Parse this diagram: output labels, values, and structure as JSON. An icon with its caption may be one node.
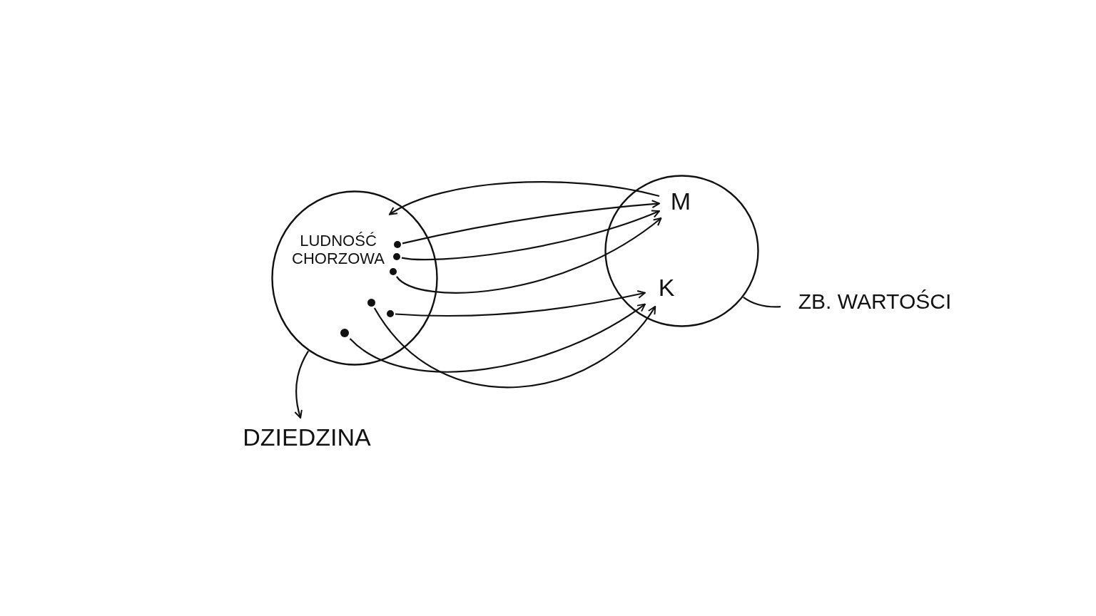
{
  "diagram": {
    "nodes": [
      {
        "text": [],
        "shape": "circle"
      },
      {
        "text": [
          "LUDNOŚĆ CHORZOWA"
        ],
        "in": 0
      },
      {
        "text": [],
        "shape": "circle",
        "in": 0
      },
      {
        "text": [],
        "shape": "circle",
        "in": 0
      },
      {
        "text": [],
        "shape": "circle",
        "in": 0
      },
      {
        "text": [],
        "shape": "circle",
        "in": 0
      },
      {
        "text": [],
        "shape": "circle",
        "in": 0
      },
      {
        "text": [],
        "shape": "circle",
        "in": 0
      },
      {
        "text": [],
        "shape": "circle"
      },
      {
        "text": [
          "M"
        ],
        "in": 8
      },
      {
        "text": [
          "K"
        ],
        "in": 8
      },
      {
        "text": [
          "ZB. WARTOŚCI"
        ]
      },
      {
        "text": [
          "DZIEDZINA"
        ]
      }
    ],
    "edges": [
      {
        "from": 2,
        "to": 9,
        "arrow": "to"
      },
      {
        "from": 3,
        "to": 9,
        "arrow": "to"
      },
      {
        "from": 4,
        "to": 9,
        "arrow": "to"
      },
      {
        "from": 5,
        "to": 10,
        "arrow": "to"
      },
      {
        "from": 6,
        "to": 10,
        "arrow": "to"
      },
      {
        "from": 7,
        "to": 10,
        "arrow": "to"
      },
      {
        "from": 9,
        "to": 1,
        "arrow": "to"
      },
      {
        "from": 0,
        "to": 12,
        "arrow": "to"
      },
      {
        "from": 11,
        "to": 8,
        "arrow": "none"
      }
    ]
  }
}
